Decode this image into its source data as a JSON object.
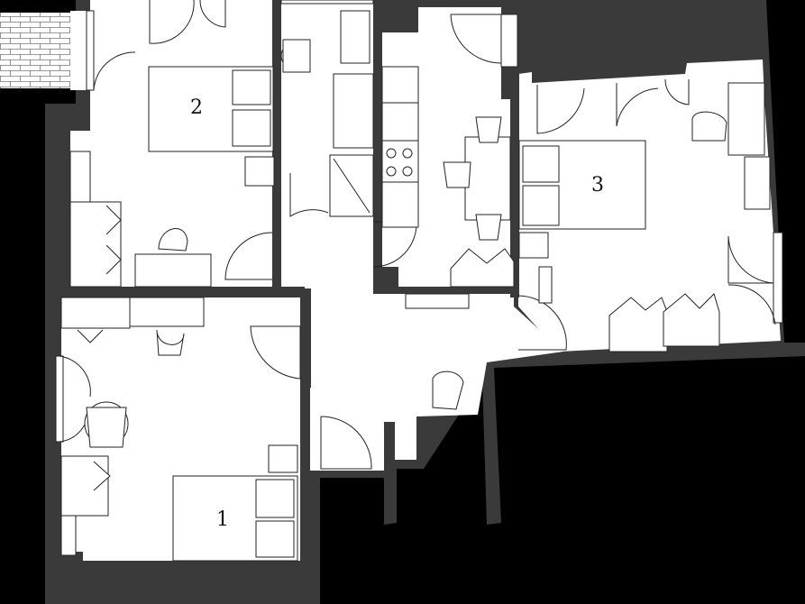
{
  "rooms": [
    {
      "id": "room-1",
      "label": "1"
    },
    {
      "id": "room-2",
      "label": "2"
    },
    {
      "id": "room-3",
      "label": "3"
    }
  ],
  "colors": {
    "background": "#000000",
    "wall": "#3a3a3a",
    "floor": "#ffffff",
    "line": "#222222",
    "terrace": "#ffffff"
  }
}
